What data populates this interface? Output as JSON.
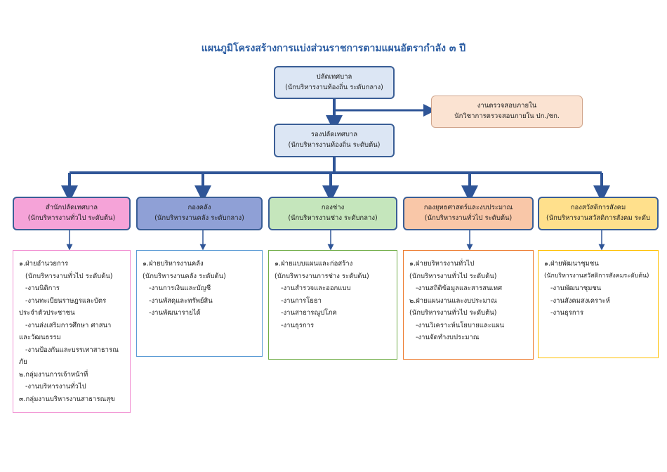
{
  "title": "แผนภูมิโครงสร้างการแบ่งส่วนราชการตามแผนอัตรากำลัง ๓ ปี",
  "top_box": {
    "line1": "ปลัดเทศบาล",
    "line2": "(นักบริหารงานท้องถิ่น ระดับกลาง)"
  },
  "audit_box": {
    "line1": "งานตรวจสอบภายใน",
    "line2": "นักวิชาการตรวจสอบภายใน ปก./ชก."
  },
  "deputy_box": {
    "line1": "รองปลัดเทศบาล",
    "line2": "(นักบริหารงานท้องถิ่น ระดับต้น)"
  },
  "divisions": [
    {
      "name": "สำนักปลัดเทศบาล",
      "sub": "(นักบริหารงานทั่วไป ระดับต้น)"
    },
    {
      "name": "กองคลัง",
      "sub": "(นักบริหารงานคลัง ระดับกลาง)"
    },
    {
      "name": "กองช่าง",
      "sub": "(นักบริหารงานช่าง ระดับกลาง)"
    },
    {
      "name": "กองยุทธศาสตร์และงบประมาณ",
      "sub": "(นักบริหารงานทั่วไป ระดับต้น)"
    },
    {
      "name": "กองสวัสดิการสังคม",
      "sub": "(นักบริหารงานสวัสดิการสังคม ระดับ"
    }
  ],
  "panels": [
    {
      "lines": [
        "๑.ฝ่ายอำนวยการ",
        "   (นักบริหารงานทั่วไป ระดับต้น)",
        "   -งานนิติการ",
        "   -งานทะเบียนราษฎรและบัตร",
        "ประจำตัวประชาชน",
        "   -งานส่งเสริมการศึกษา ศาสนา",
        "และวัฒนธรรม",
        "   -งานป้องกันและบรรเทาสาธารณ",
        "ภัย",
        "๒.กลุ่มงานการเจ้าหน้าที่",
        "   -งานบริหารงานทั่วไป",
        "๓.กลุ่มงานบริหารงานสาธารณสุข"
      ]
    },
    {
      "lines": [
        "๑.ฝ่ายบริหารงานคลัง",
        "(นักบริหารงานคลัง ระดับต้น)",
        "   -งานการเงินและบัญชี",
        "   -งานพัสดุและทรัพย์สิน",
        "   -งานพัฒนารายได้"
      ]
    },
    {
      "lines": [
        "๑.ฝ่ายแบบแผนและก่อสร้าง",
        "(นักบริหารงานการช่าง ระดับต้น)",
        "   -งานสำรวจและออกแบบ",
        "   -งานการโยธา",
        "   -งานสาธารณูปโภค",
        "   -งานธุรการ"
      ]
    },
    {
      "lines": [
        "๑.ฝ่ายบริหารงานทั่วไป",
        "(นักบริหารงานทั่วไป ระดับต้น)",
        "   -งานสถิติข้อมูลและสารสนเทศ",
        "๒.ฝ่ายแผนงานและงบประมาณ",
        "(นักบริหารงานทั่วไป ระดับต้น)",
        "   -งานวิเคราะห์นโยบายและแผน",
        "   -งานจัดทำงบประมาณ"
      ]
    },
    {
      "lines": [
        "๑.ฝ่ายพัฒนาชุมชน",
        "(นักบริหารงานสวัสดิการสังคมระดับต้น)",
        "   -งานพัฒนาชุมชน",
        "   -งานสังคมสงเคราะห์",
        "   -งานธุรการ"
      ]
    }
  ],
  "colors": {
    "connector": "#2f5597",
    "panel_borders": [
      "#f18fd2",
      "#5b9bd5",
      "#70ad47",
      "#ed7d31",
      "#ffc000"
    ]
  }
}
